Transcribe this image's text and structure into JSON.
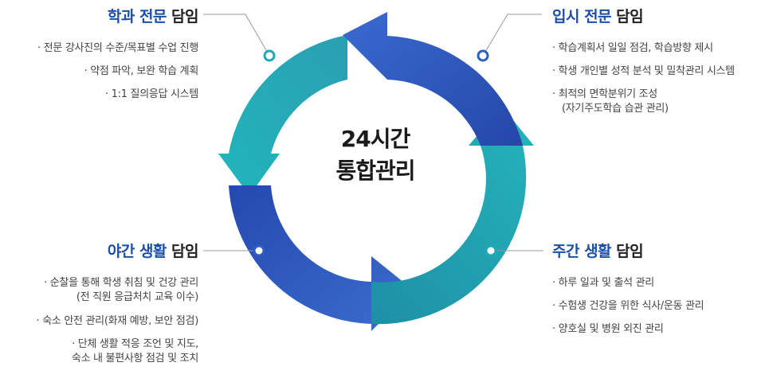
{
  "center": {
    "line1": "24시간",
    "line2": "통합관리"
  },
  "colors": {
    "blue": "#2d5fc4",
    "teal": "#1fb0b8",
    "title_accent": "#1c4fa8"
  },
  "sections": {
    "top_left": {
      "title_highlight": "학과 전문",
      "title_rest": " 담임",
      "items": [
        {
          "text": "· 전문 강사진의 수준/목표별 수업 진행"
        },
        {
          "text": "· 약점 파악, 보완 학습 계획"
        },
        {
          "text": "· 1:1 질의응답 시스템"
        }
      ]
    },
    "top_right": {
      "title_highlight": "입시 전문",
      "title_rest": " 담임",
      "items": [
        {
          "text": "· 학습계획서 일일 점검, 학습방향 제시"
        },
        {
          "text": "· 학생 개인별 성적 분석 및 밀착관리 시스템"
        },
        {
          "text": "· 최적의 면학분위기 조성",
          "text2": "(자기주도학습 습관 관리)"
        }
      ]
    },
    "bottom_left": {
      "title_highlight": "야간 생활",
      "title_rest": " 담임",
      "items": [
        {
          "text": "· 순찰을 통해 학생 취침 및 건강 관리",
          "text2": "(전 직원 응급처치 교육 이수)"
        },
        {
          "text": "· 숙소 안전 관리(화재 예방, 보안 점검)"
        },
        {
          "text": "· 단체 생활 적응 조언 및 지도,",
          "text2": "숙소 내 불편사항 점검 및 조치"
        }
      ]
    },
    "bottom_right": {
      "title_highlight": "주간 생활",
      "title_rest": " 담임",
      "items": [
        {
          "text": "· 하루 일과 및 출석 관리"
        },
        {
          "text": "· 수험생 건강을 위한 식사/운동 관리"
        },
        {
          "text": "· 양호실 및 병원 외진 관리"
        }
      ]
    }
  }
}
